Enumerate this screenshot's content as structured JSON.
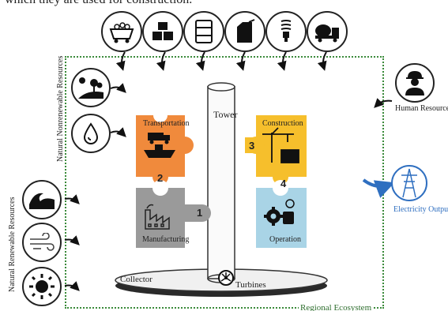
{
  "header": {
    "caption": "which they are used for construction."
  },
  "ecosystem": {
    "label": "Regional Ecosystem",
    "border_color": "#3a8a3a"
  },
  "side_labels": {
    "nonrenewable": "Natural Nonrenewable Resources",
    "renewable": "Natural Renewable Resources",
    "human": "Human Resources",
    "electricity": "Electricity Output"
  },
  "top_icons": [
    {
      "name": "ore-cart-icon"
    },
    {
      "name": "boxes-icon"
    },
    {
      "name": "oil-barrel-icon"
    },
    {
      "name": "fuel-canister-icon"
    },
    {
      "name": "light-bulb-icon"
    },
    {
      "name": "concrete-mixer-icon"
    }
  ],
  "left_icons": [
    {
      "name": "land-trees-icon"
    },
    {
      "name": "water-drop-icon"
    },
    {
      "name": "wave-icon"
    },
    {
      "name": "wind-icon"
    },
    {
      "name": "sun-icon"
    }
  ],
  "plant": {
    "tower": "Tower",
    "collector": "Collector",
    "turbines": "Turbines"
  },
  "stages": [
    {
      "title": "Transportation",
      "number": "2",
      "color": "#f08a3c"
    },
    {
      "title": "Manufacturing",
      "number": "1",
      "color": "#9a9a9a"
    },
    {
      "title": "Construction",
      "number": "3",
      "color": "#f6bf2c"
    },
    {
      "title": "Operation",
      "number": "4",
      "color": "#a9d4e6"
    }
  ],
  "colors": {
    "arrow": "#2f6fc0",
    "electricity": "#2f6fc0"
  }
}
